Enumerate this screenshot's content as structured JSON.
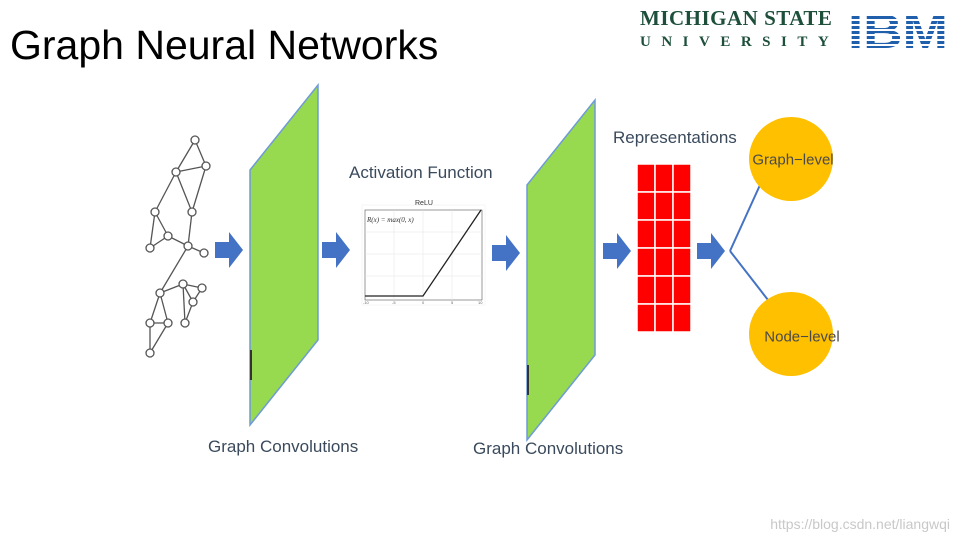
{
  "title": "Graph Neural Networks",
  "logos": {
    "msu_line1": "MICHIGAN STATE",
    "msu_line2": "UNIVERSITY",
    "ibm": "IBM"
  },
  "labels": {
    "graph_conv_1": "Graph Convolutions",
    "graph_conv_2": "Graph Convolutions",
    "activation": "Activation Function",
    "representations": "Representations",
    "graph_level": "Graph−level",
    "node_level": "Node−level"
  },
  "relu_plot": {
    "title": "ReLU",
    "formula": "R(x) = max(0, x)"
  },
  "colors": {
    "layer_fill": "#97d94f",
    "layer_edge": "#6f9bd6",
    "arrow": "#4472c4",
    "repr_cell": "#ff0000",
    "output_node": "#ffc000",
    "branch_line": "#4472c4"
  },
  "watermark": "https://blog.csdn.net/liangwqi"
}
